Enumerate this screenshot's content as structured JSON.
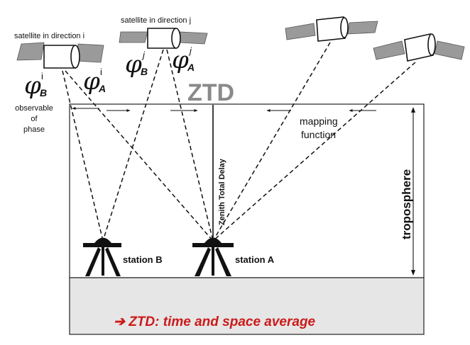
{
  "labels": {
    "satellite_i": "satellite in direction i",
    "satellite_j": "satellite in direction j",
    "ztd": "ZTD",
    "observable": [
      "observable",
      "of",
      "phase"
    ],
    "zenith_delay": "Zenith Total Delay",
    "mapping_function": [
      "mapping",
      "function"
    ],
    "troposphere": "troposphere",
    "station_b": "station B",
    "station_a": "station A",
    "conclusion": "➔ ZTD: time and space average"
  },
  "phase_symbols": {
    "sat_i_b": {
      "base": "φ",
      "sub": "B",
      "sup": "i"
    },
    "sat_i_a": {
      "base": "φ",
      "sub": "A",
      "sup": "i"
    },
    "sat_j_b": {
      "base": "φ",
      "sub": "B",
      "sup": "j"
    },
    "sat_j_a": {
      "base": "φ",
      "sub": "A",
      "sup": "j"
    }
  },
  "colors": {
    "ground": "#e6e6e6",
    "ztd_text": "#8a8a8a",
    "conclusion_text": "#cc1a1a",
    "lines": "#111111"
  }
}
